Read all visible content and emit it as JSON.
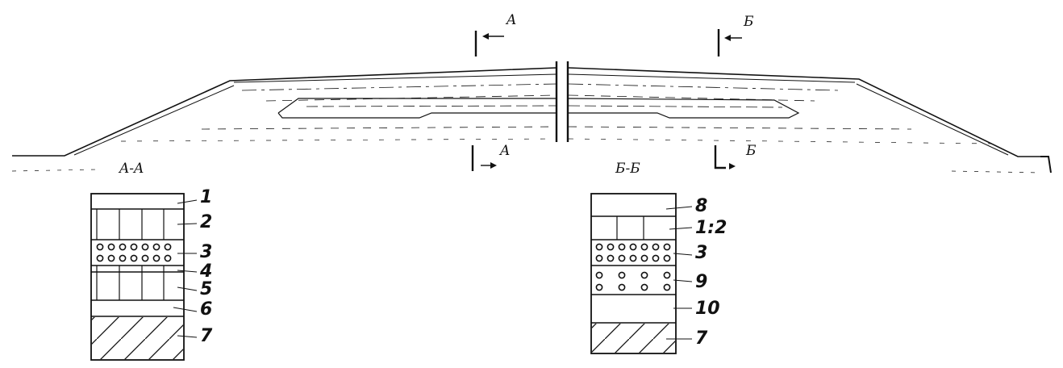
{
  "cut_marks": {
    "a_top": "A",
    "a_bottom": "A",
    "b_top": "Б",
    "b_bottom": "Б"
  },
  "section_titles": {
    "left": "A-A",
    "right": "Б-Б"
  },
  "left_column": {
    "labels": [
      "1",
      "2",
      "3",
      "4",
      "5",
      "6",
      "7"
    ]
  },
  "right_column": {
    "labels": [
      "8",
      "1:2",
      "3",
      "9",
      "10",
      "7"
    ]
  }
}
